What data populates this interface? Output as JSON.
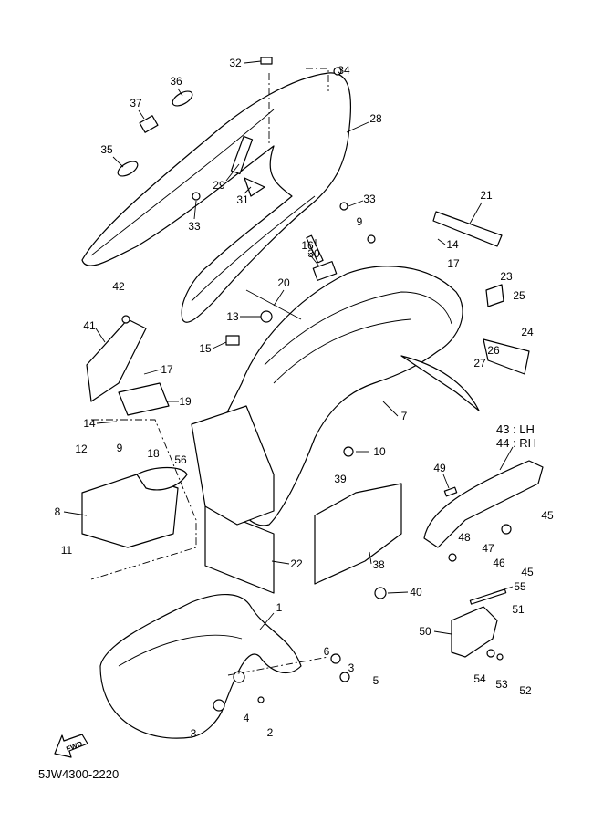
{
  "diagram": {
    "part_code": "5JW4300-2220",
    "fwd_label": "FWD",
    "side_labels": {
      "lh": "43 : LH",
      "rh": "44 : RH"
    },
    "callouts": [
      "32",
      "34",
      "36",
      "37",
      "28",
      "35",
      "29",
      "31",
      "33",
      "33",
      "9",
      "21",
      "14",
      "17",
      "30",
      "16",
      "20",
      "23",
      "25",
      "42",
      "13",
      "24",
      "41",
      "15",
      "26",
      "27",
      "17",
      "19",
      "14",
      "7",
      "18",
      "12",
      "9",
      "10",
      "56",
      "39",
      "49",
      "45",
      "8",
      "48",
      "47",
      "46",
      "45",
      "11",
      "22",
      "38",
      "40",
      "55",
      "1",
      "51",
      "50",
      "6",
      "3",
      "5",
      "54",
      "53",
      "52",
      "4",
      "2",
      "3"
    ]
  }
}
